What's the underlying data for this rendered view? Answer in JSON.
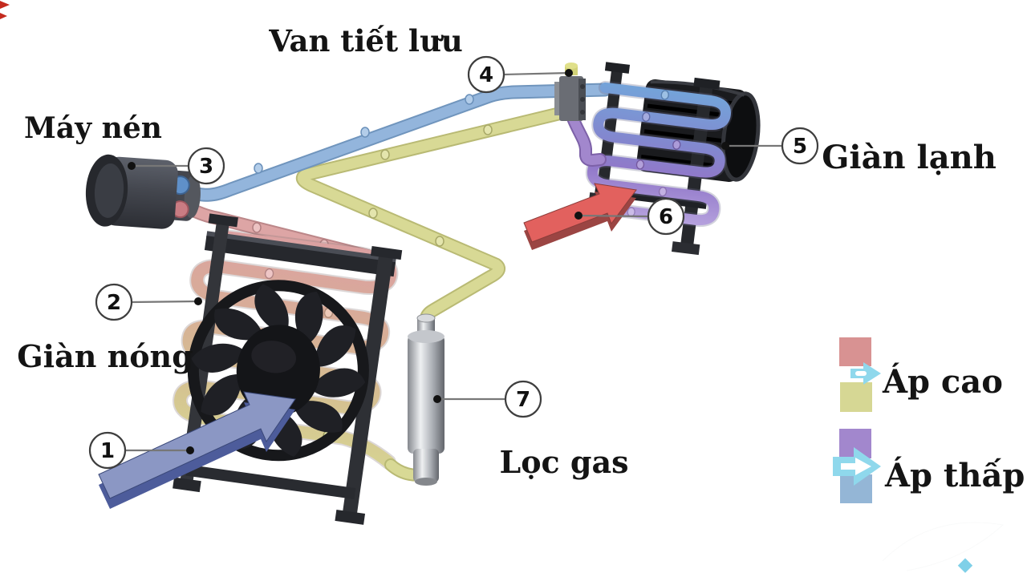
{
  "figure": {
    "type": "diagram",
    "subject": "car-air-conditioning-refrigeration-cycle",
    "background": "#ffffff",
    "labels": {
      "expansion_valve": "Van tiết lưu",
      "compressor": "Máy nén",
      "evaporator": "Giàn lạnh",
      "condenser": "Giàn nóng",
      "receiver_drier": "Lọc gas"
    },
    "callouts": [
      "1",
      "2",
      "3",
      "4",
      "5",
      "6",
      "7"
    ],
    "legend": {
      "high_pressure_label": "Áp cao",
      "low_pressure_label": "Áp thấp",
      "high_pressure_colors": [
        "#d89292",
        "#d6d794"
      ],
      "low_pressure_colors": [
        "#a287cd",
        "#94b6d6"
      ],
      "arrow_color": "#8fd8ec"
    },
    "colors": {
      "pipe_discharge_red": "#dca2a2",
      "pipe_liquid_yellow": "#d6d794",
      "pipe_suction_blue": "#8fb2da",
      "pipe_evaporator_purple": "#9d7fc9",
      "cold_air_arrow": "#8b97c4",
      "warm_air_arrow": "#e2615e",
      "frame_black": "#26282d",
      "metal_gray": "#b9bcc1"
    }
  }
}
